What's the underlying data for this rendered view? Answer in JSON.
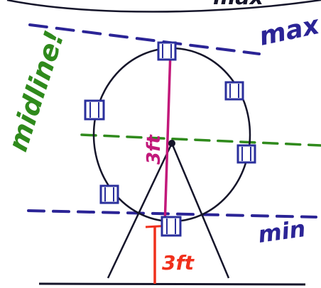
{
  "labels": {
    "max": "max",
    "min": "min",
    "midline": "midline!",
    "radius": "3ft",
    "height": "3ft",
    "top_cut": "max"
  },
  "colors": {
    "paper": "#ffffff",
    "ink": "#15152a",
    "max_line": "#2b2496",
    "min_line": "#2b2496",
    "midline": "#2f8a1c",
    "radius": "#c2187a",
    "height": "#f0301c",
    "cabin": "#2a2f9c"
  },
  "icons": {
    "cabin": "ferris-wheel-cabin"
  }
}
